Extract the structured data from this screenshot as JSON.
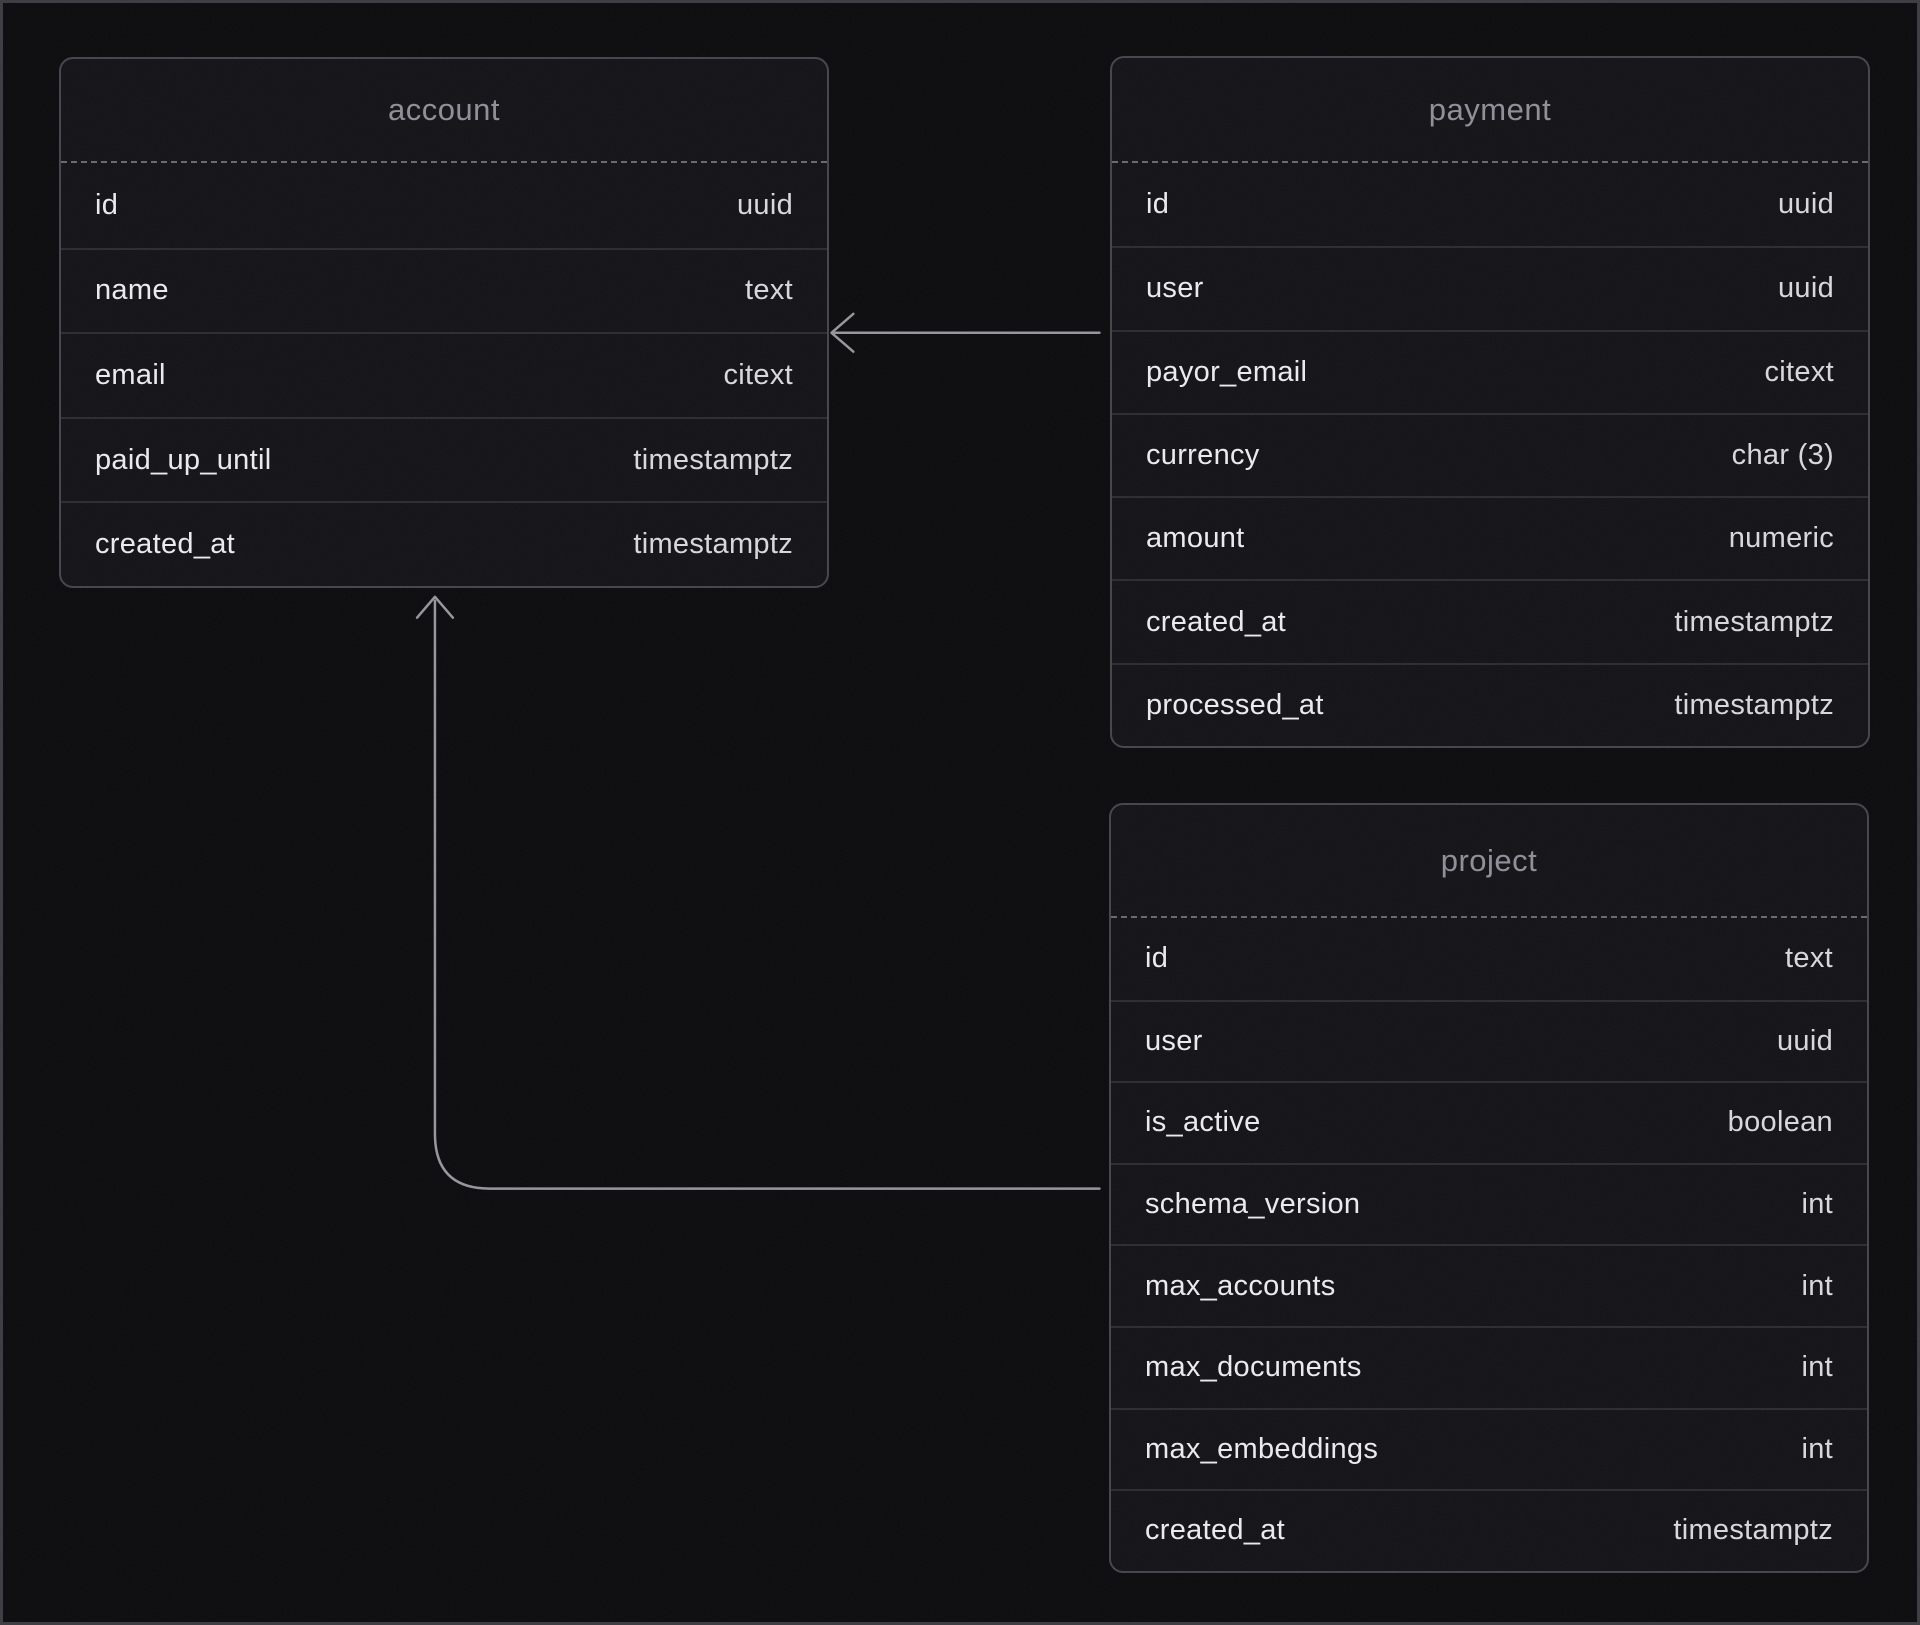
{
  "diagram": {
    "tables": [
      {
        "name": "account",
        "columns": [
          {
            "name": "id",
            "type": "uuid"
          },
          {
            "name": "name",
            "type": "text"
          },
          {
            "name": "email",
            "type": "citext"
          },
          {
            "name": "paid_up_until",
            "type": "timestamptz"
          },
          {
            "name": "created_at",
            "type": "timestamptz"
          }
        ]
      },
      {
        "name": "payment",
        "columns": [
          {
            "name": "id",
            "type": "uuid"
          },
          {
            "name": "user",
            "type": "uuid"
          },
          {
            "name": "payor_email",
            "type": "citext"
          },
          {
            "name": "currency",
            "type": "char (3)"
          },
          {
            "name": "amount",
            "type": "numeric"
          },
          {
            "name": "created_at",
            "type": "timestamptz"
          },
          {
            "name": "processed_at",
            "type": "timestamptz"
          }
        ]
      },
      {
        "name": "project",
        "columns": [
          {
            "name": "id",
            "type": "text"
          },
          {
            "name": "user",
            "type": "uuid"
          },
          {
            "name": "is_active",
            "type": "boolean"
          },
          {
            "name": "schema_version",
            "type": "int"
          },
          {
            "name": "max_accounts",
            "type": "int"
          },
          {
            "name": "max_documents",
            "type": "int"
          },
          {
            "name": "max_embeddings",
            "type": "int"
          },
          {
            "name": "created_at",
            "type": "timestamptz"
          }
        ]
      }
    ],
    "relationships": [
      {
        "from": "payment",
        "to": "account"
      },
      {
        "from": "project",
        "to": "account"
      }
    ],
    "colors": {
      "page_background": "#0b0b0d",
      "table_background": "#131317",
      "table_border": "#44444b",
      "row_divider": "#2b2b31",
      "header_divider": "#68686f",
      "title_text": "#8f8f99",
      "column_text": "#ececee",
      "type_text": "#d9d9dd",
      "arrow": "#96969c"
    }
  }
}
